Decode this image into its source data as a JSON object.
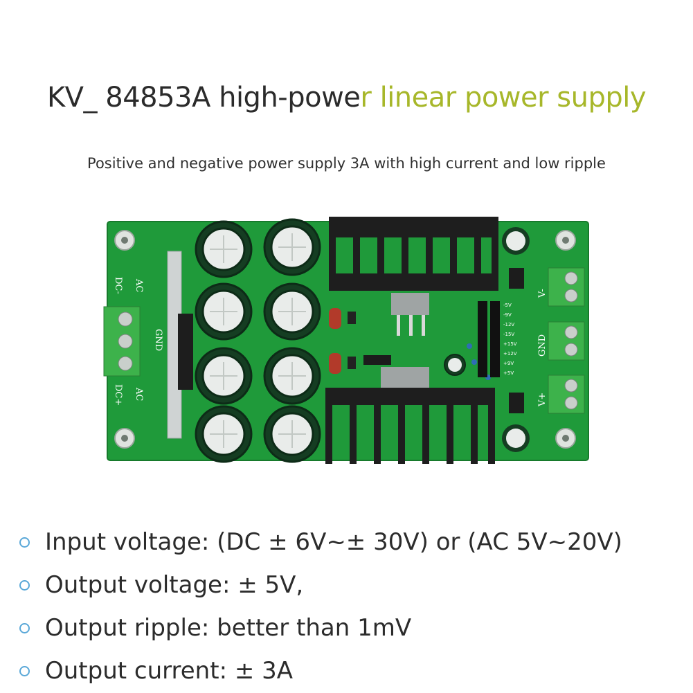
{
  "title": {
    "part1": "KV_ 84853A high-powe",
    "part2": "r linear power supply",
    "accent_color": "#a7b72a"
  },
  "subtitle": "Positive and negative power supply 3A with high current and low ripple",
  "board": {
    "pcb_color": "#1f9a3a",
    "left_labels": {
      "dc_minus": "DC-",
      "ac_top": "AC",
      "gnd": "GND",
      "dc_plus": "DC+",
      "ac_bottom": "AC"
    },
    "right_labels": {
      "v_minus": "V-",
      "gnd": "GND",
      "v_plus": "V+"
    },
    "jumper_labels": [
      "-5V",
      "-9V",
      "-12V",
      "-15V",
      "+15V",
      "+12V",
      "+9V",
      "+5V"
    ]
  },
  "specs": [
    "Input voltage: (DC ± 6V~± 30V) or (AC 5V~20V)",
    "Output voltage: ± 5V,",
    "Output ripple: better than 1mV",
    "Output current: ± 3A"
  ]
}
